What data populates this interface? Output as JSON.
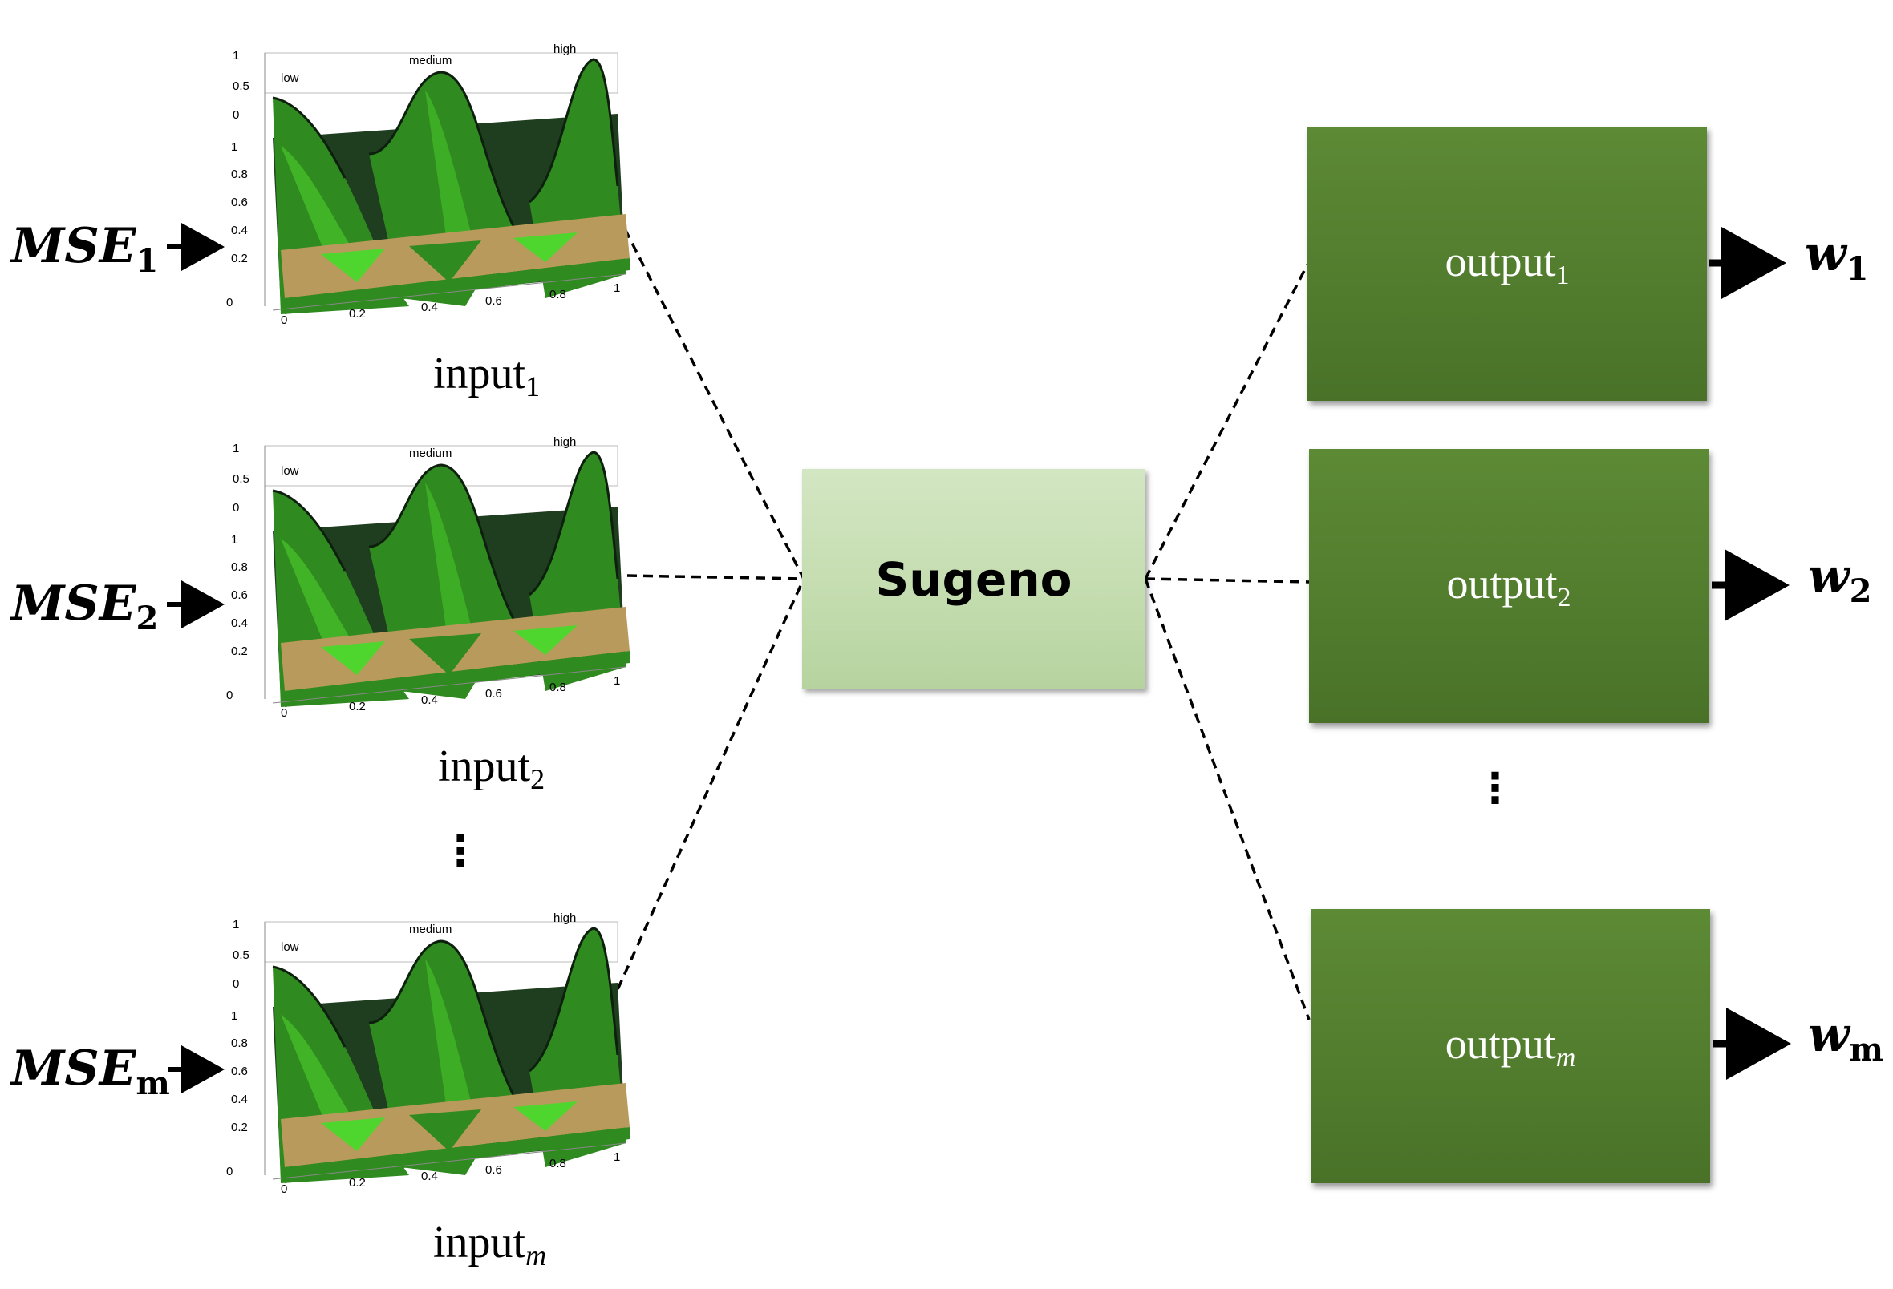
{
  "diagram": {
    "inputs": [
      {
        "mse_base": "MSE",
        "mse_sub": "1",
        "input_base": "input",
        "input_sub": "1",
        "sub_italic": false
      },
      {
        "mse_base": "MSE",
        "mse_sub": "2",
        "input_base": "input",
        "input_sub": "2",
        "sub_italic": false
      },
      {
        "mse_base": "MSE",
        "mse_sub": "m",
        "input_base": "input",
        "input_sub": "m",
        "sub_italic": true
      }
    ],
    "plot": {
      "mf_labels": [
        "low",
        "medium",
        "high"
      ],
      "z_ticks_top": [
        "1",
        "0.5",
        "0"
      ],
      "z_ticks_side": [
        "1",
        "0.8",
        "0.6",
        "0.4",
        "0.2",
        "0"
      ],
      "x_ticks": [
        "0",
        "0.2",
        "0.4",
        "0.6",
        "0.8",
        "1"
      ]
    },
    "center": {
      "label": "Sugeno"
    },
    "outputs": [
      {
        "base": "output",
        "sub": "1",
        "sub_italic": false,
        "w_base": "w",
        "w_sub": "1"
      },
      {
        "base": "output",
        "sub": "2",
        "sub_italic": false,
        "w_base": "w",
        "w_sub": "2"
      },
      {
        "base": "output",
        "sub": "m",
        "sub_italic": true,
        "w_base": "w",
        "w_sub": "m"
      }
    ],
    "ellipsis": "⋮",
    "colors": {
      "surface_dark": "#1f3d1f",
      "surface_green": "#2f8a1f",
      "surface_bright": "#4fd62e",
      "floor_tan": "#b89a5c",
      "sugeno_fill": "#c6deb1",
      "output_fill": "#547f30"
    }
  }
}
